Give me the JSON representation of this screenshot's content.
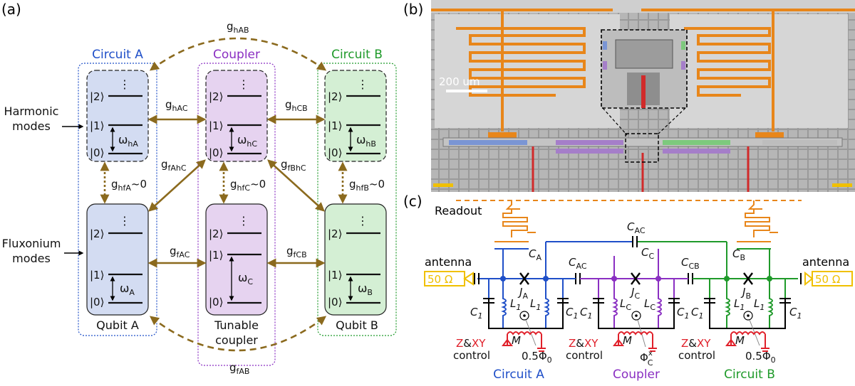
{
  "panels": {
    "a": "(a)",
    "b": "(b)",
    "c": "(c)"
  },
  "panel_a": {
    "circuit_a": "Circuit A",
    "coupler": "Coupler",
    "circuit_b": "Circuit B",
    "harmonic_modes": [
      "Harmonic",
      "modes"
    ],
    "fluxonium_modes": [
      "Fluxonium",
      "modes"
    ],
    "qubit_a": "Qubit A",
    "qubit_b": "Qubit B",
    "tunable_coupler": [
      "Tunable",
      "coupler"
    ],
    "g_hAB": "g",
    "g_hAB_sub": "hAB",
    "g_fAB": "g",
    "g_fAB_sub": "fAB",
    "g_hAC": "g",
    "g_hAC_sub": "hAC",
    "g_hCB": "g",
    "g_hCB_sub": "hCB",
    "g_fAhC": "g",
    "g_fAhC_sub": "fAhC",
    "g_fBhC": "g",
    "g_fBhC_sub": "fBhC",
    "g_hfA": "g",
    "g_hfA_sub": "hfA",
    "g_hfA_tail": "~0",
    "g_hfC": "g",
    "g_hfC_sub": "hfC",
    "g_hfC_tail": "~0",
    "g_hfB": "g",
    "g_hfB_sub": "hfB",
    "g_hfB_tail": "~0",
    "g_fAC": "g",
    "g_fAC_sub": "fAC",
    "g_fCB": "g",
    "g_fCB_sub": "fCB",
    "level_dots": "⋮",
    "level2": "|2⟩",
    "level1": "|1⟩",
    "level0": "|0⟩",
    "omega": "ω",
    "w_hA": "hA",
    "w_hC": "hC",
    "w_hB": "hB",
    "w_A": "A",
    "w_C": "C",
    "w_B": "B"
  },
  "panel_b": {
    "scale_bar": "200 um"
  },
  "panel_c": {
    "readout": "Readout",
    "C_AC_top": "C",
    "C_AC_top_sub": "AC",
    "C_A": "C",
    "C_A_sub": "A",
    "C_C": "C",
    "C_C_sub": "C",
    "C_B": "C",
    "C_B_sub": "B",
    "C_AC": "C",
    "C_AC_sub": "AC",
    "C_CB": "C",
    "C_CB_sub": "CB",
    "antenna_left": "antenna",
    "antenna_right": "antenna",
    "ohm_left": "50 Ω",
    "ohm_right": "50 Ω",
    "J_A": "J",
    "J_A_sub": "A",
    "J_C": "J",
    "J_C_sub": "C",
    "J_B": "J",
    "J_B_sub": "B",
    "L1": "L",
    "L1_sub": "1",
    "LC": "L",
    "LC_sub": "C",
    "C1": "C",
    "C1_sub": "1",
    "z": "Z",
    "amp": "&",
    "xy": "XY",
    "control": "control",
    "M": "M",
    "half_phi": "0.5Φ",
    "half_phi_sub": "0",
    "phi_c": "Φ",
    "phi_c_sub": "C",
    "phi_c_sup": "x",
    "circuit_a": "Circuit A",
    "coupler": "Coupler",
    "circuit_b": "Circuit B"
  },
  "colors": {
    "circuit_a": "#1f4fc8",
    "coupler": "#8a2fc2",
    "circuit_b": "#1f9a2a",
    "arrow": "#8b6a1e",
    "readout": "#e8861a",
    "antenna": "#f0c000",
    "control": "#e0202a"
  }
}
